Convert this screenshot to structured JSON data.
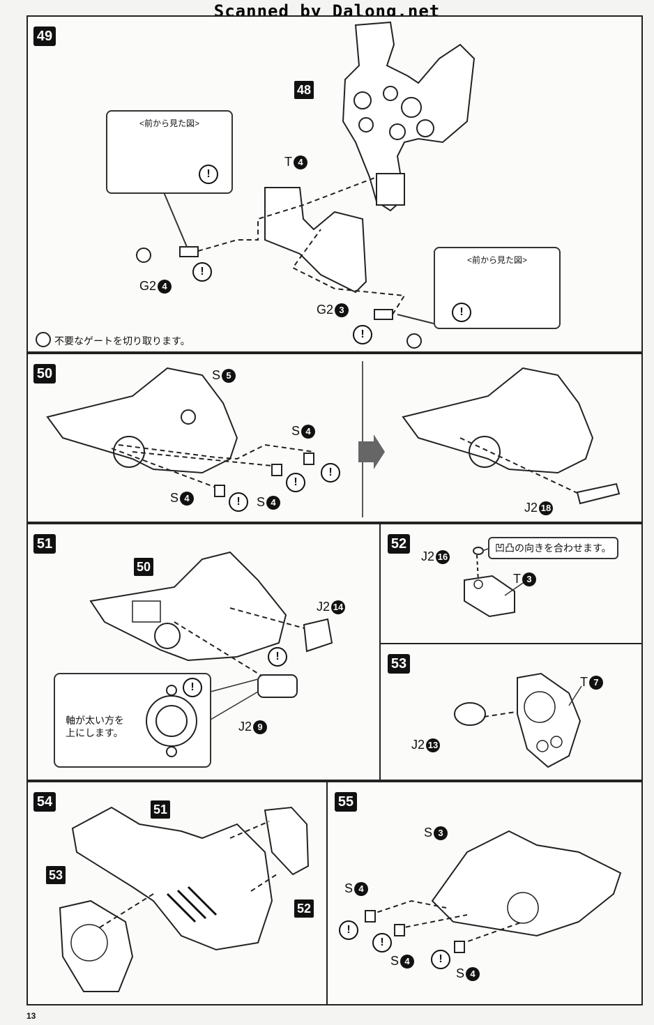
{
  "header": "Scanned by Dalong.net",
  "page_number": "13",
  "steps": {
    "s49": {
      "num": "49",
      "ref": "48",
      "callout_left_title": "<前から見た図>",
      "callout_right_title": "<前から見た図>",
      "labels": {
        "t": "T",
        "t_n": "4",
        "g2a": "G2",
        "g2a_n": "4",
        "g2b": "G2",
        "g2b_n": "3"
      },
      "gate_note": "不要なゲートを切り取ります。"
    },
    "s50": {
      "num": "50",
      "labels": {
        "s_top": "S",
        "s_top_n": "5",
        "s_mid": "S",
        "s_mid_n": "4",
        "s_bl": "S",
        "s_bl_n": "4",
        "s_bm": "S",
        "s_bm_n": "4",
        "j2": "J2",
        "j2_n": "18"
      }
    },
    "s51": {
      "num": "51",
      "ref": "50",
      "labels": {
        "j2a": "J2",
        "j2a_n": "14",
        "j2b": "J2",
        "j2b_n": "9"
      },
      "note_line1": "軸が太い方を",
      "note_line2": "上にします。"
    },
    "s52": {
      "num": "52",
      "labels": {
        "j2": "J2",
        "j2_n": "16",
        "t": "T",
        "t_n": "3"
      },
      "note": "凹凸の向きを合わせます。"
    },
    "s53": {
      "num": "53",
      "labels": {
        "t": "T",
        "t_n": "7",
        "j2": "J2",
        "j2_n": "13"
      }
    },
    "s54": {
      "num": "54",
      "ref_a": "51",
      "ref_b": "53",
      "ref_c": "52"
    },
    "s55": {
      "num": "55",
      "labels": {
        "s_top": "S",
        "s_top_n": "3",
        "s_l": "S",
        "s_l_n": "4",
        "s_m": "S",
        "s_m_n": "4",
        "s_r": "S",
        "s_r_n": "4"
      }
    }
  },
  "warn_symbol": "!"
}
